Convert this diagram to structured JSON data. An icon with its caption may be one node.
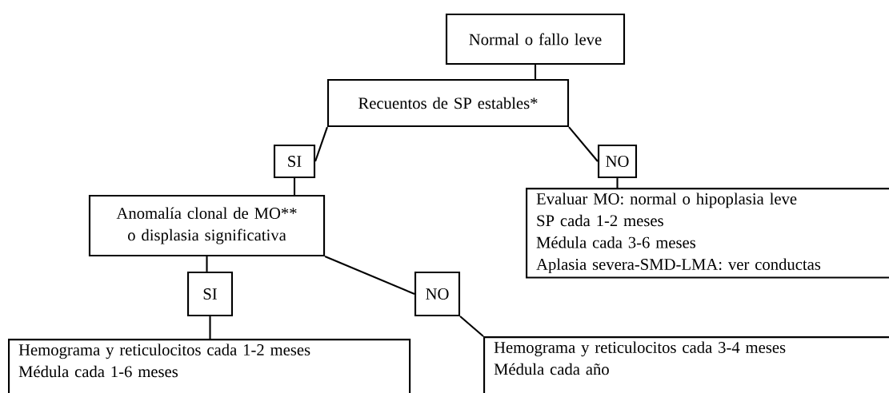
{
  "diagram": {
    "nodes": [
      {
        "text": [
          "Normal o fallo leve"
        ]
      },
      {
        "text": [
          "Recuentos de SP estables*"
        ]
      },
      {
        "text": [
          "SI"
        ]
      },
      {
        "text": [
          "NO"
        ]
      },
      {
        "text": [
          "Evaluar MO: normal o hipoplasia leve",
          "SP cada 1-2 meses",
          "Médula cada 3-6 meses",
          "Aplasia severa-SMD-LMA: ver conductas"
        ]
      },
      {
        "text": [
          "Anomalía clonal de MO** o displasia significativa"
        ]
      },
      {
        "text": [
          "SI"
        ]
      },
      {
        "text": [
          "NO"
        ]
      },
      {
        "text": [
          "Hemograma y reticulocitos cada 1-2 meses",
          "Médula cada 1-6 meses"
        ]
      },
      {
        "text": [
          "Hemograma y reticulocitos cada 3-4 meses",
          "Médula cada año"
        ]
      }
    ],
    "edges": [
      {
        "from": 0,
        "to": 1,
        "arrow": "none"
      },
      {
        "from": 1,
        "to": 2,
        "arrow": "none"
      },
      {
        "from": 1,
        "to": 3,
        "arrow": "none"
      },
      {
        "from": 3,
        "to": 4,
        "arrow": "none"
      },
      {
        "from": 2,
        "to": 5,
        "arrow": "none"
      },
      {
        "from": 5,
        "to": 6,
        "arrow": "none"
      },
      {
        "from": 6,
        "to": 8,
        "arrow": "none"
      },
      {
        "from": 5,
        "to": 7,
        "arrow": "none"
      },
      {
        "from": 7,
        "to": 9,
        "arrow": "none"
      }
    ]
  }
}
